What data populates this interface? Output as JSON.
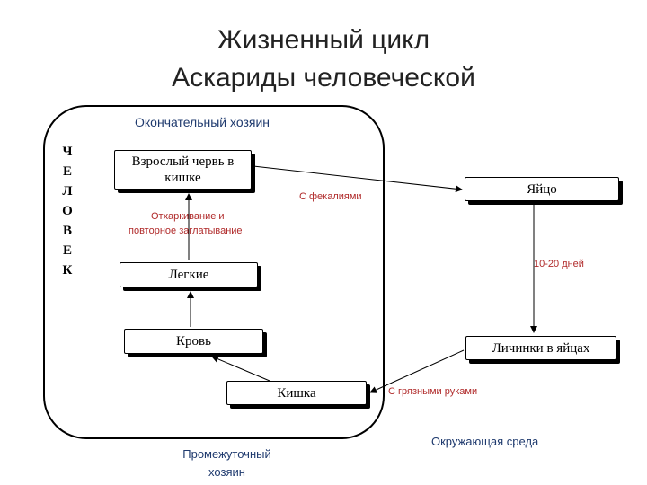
{
  "title": {
    "line1": "Жизненный цикл",
    "line2": "Аскариды человеческой"
  },
  "regions": {
    "definitive_host": "Окончательный хозяин",
    "intermediate_host_line1": "Промежуточный",
    "intermediate_host_line2": "хозяин",
    "environment": "Окружающая среда"
  },
  "vertical_label": [
    "Ч",
    "Е",
    "Л",
    "О",
    "В",
    "Е",
    "К"
  ],
  "nodes": {
    "adult_worm_line1": "Взрослый червь в",
    "adult_worm_line2": "кишке",
    "egg": "Яйцо",
    "lungs": "Легкие",
    "blood": "Кровь",
    "intestine": "Кишка",
    "larvae_in_eggs": "Личинки в яйцах"
  },
  "edge_labels": {
    "with_feces": "С фекалиями",
    "expectoration_line1": "Отхаркивание и",
    "expectoration_line2": "повторное заглатывание",
    "days": "10-20 дней",
    "dirty_hands": "С грязными руками"
  },
  "colors": {
    "text_blue": "#1f3a6e",
    "text_red": "#b02a2a",
    "line": "#000000"
  }
}
